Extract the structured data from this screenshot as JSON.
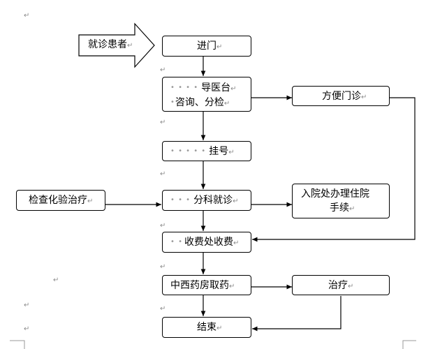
{
  "nodes": {
    "patient": "就诊患者",
    "enter": "进门",
    "guide_1": "导医台",
    "guide_2": "咨询、分检",
    "outpatient": "方便门诊",
    "register": "挂号",
    "exam": "检查化验治疗",
    "consult": "分科就诊",
    "admission_1": "入院处办理住院",
    "admission_2": "手续",
    "cashier": "收费处收费",
    "pharmacy": "中西药房取药",
    "treatment": "治疗",
    "end": "结束"
  },
  "marks": {
    "return": "↵",
    "dots2": "• •",
    "dots4": "• • • •",
    "dots5": "• • • • •",
    "dots3": "• • •",
    "dot1": "•"
  }
}
